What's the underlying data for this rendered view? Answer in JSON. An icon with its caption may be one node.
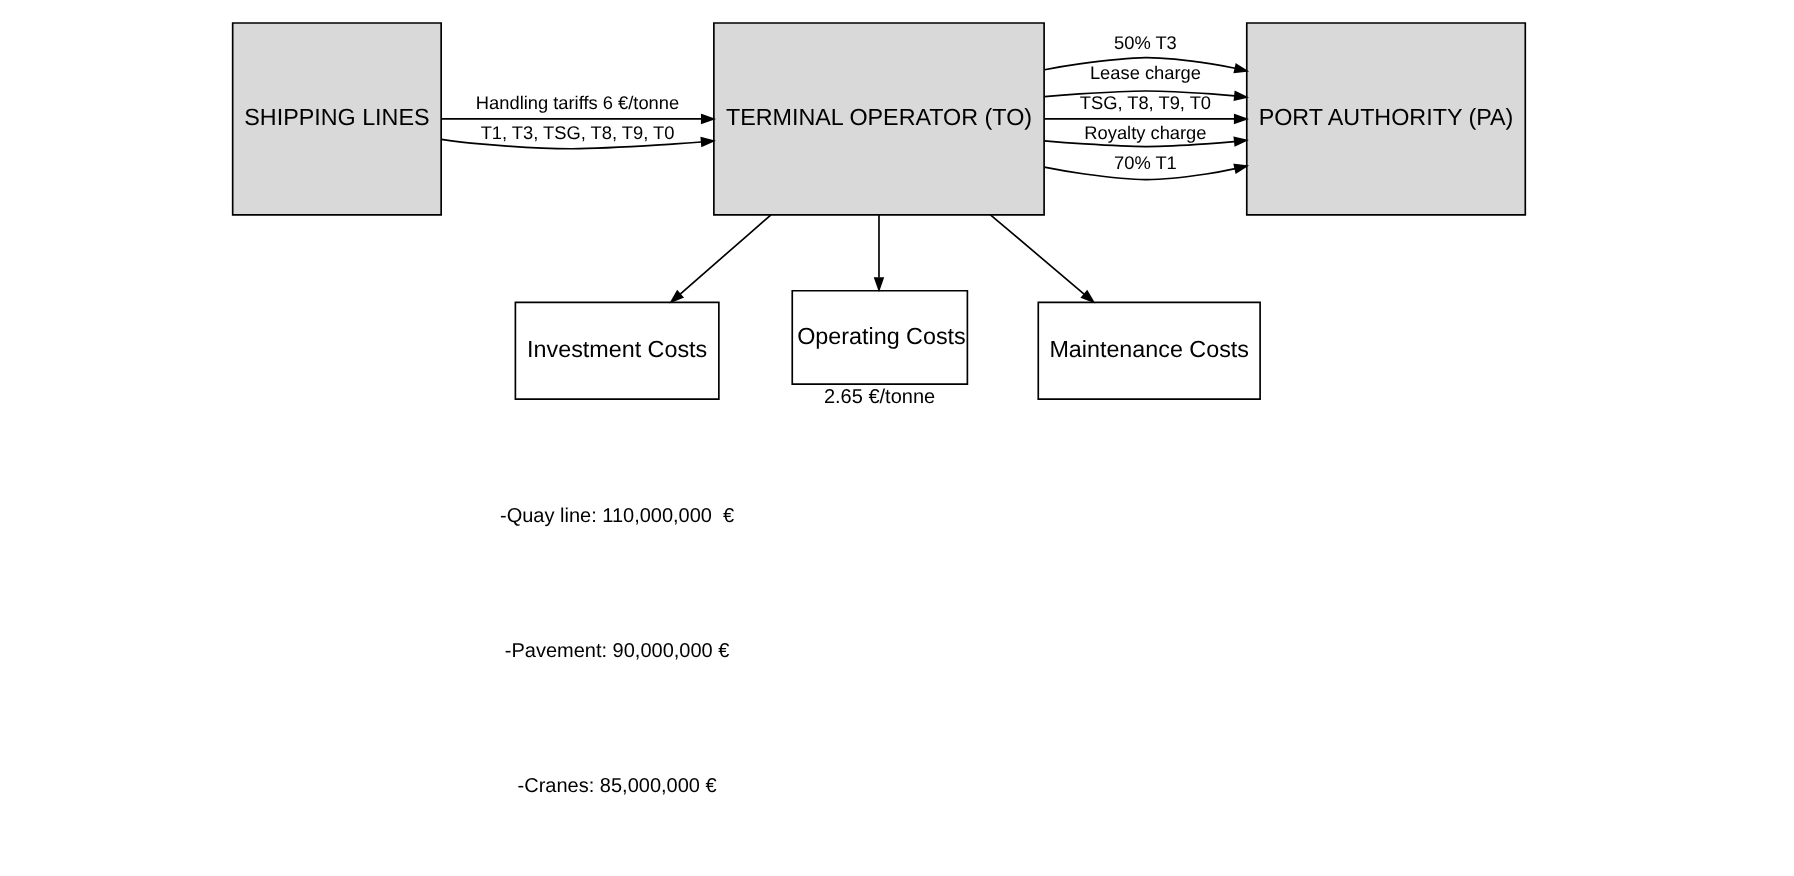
{
  "diagram": {
    "nodes": [
      {
        "text": [
          "SHIPPING LINES"
        ]
      },
      {
        "text": [
          "TERMINAL OPERATOR (TO)"
        ]
      },
      {
        "text": [
          "PORT AUTHORITY (PA)"
        ]
      },
      {
        "text": [
          "Investment Costs"
        ]
      },
      {
        "text": [
          "Operating Costs"
        ],
        "beside": [
          "2.65 €/tonne"
        ]
      },
      {
        "text": [
          "Maintenance Costs"
        ]
      }
    ],
    "edges": [
      {
        "from": 0,
        "to": 1,
        "arrow": "to",
        "label": "T1, T3, TSG, T8, T9, T0"
      },
      {
        "from": 0,
        "to": 1,
        "arrow": "to",
        "label": "Handling tariffs 6 €/tonne"
      },
      {
        "from": 1,
        "to": 2,
        "arrow": "to",
        "label": "TSG, T8, T9, T0"
      },
      {
        "from": 1,
        "to": 2,
        "arrow": "to",
        "label": "70% T1"
      },
      {
        "from": 1,
        "to": 2,
        "arrow": "to",
        "label": "50% T3"
      },
      {
        "from": 1,
        "to": 2,
        "arrow": "to",
        "label": "Lease charge"
      },
      {
        "from": 1,
        "to": 2,
        "arrow": "to",
        "label": "Royalty charge"
      },
      {
        "from": 1,
        "to": 3,
        "arrow": "to"
      },
      {
        "from": 1,
        "to": 4,
        "arrow": "to"
      },
      {
        "from": 1,
        "to": 5,
        "arrow": "to"
      }
    ],
    "labels": [
      "-Quay line: 110,000,000  €",
      "-Pavement: 90,000,000 €",
      "-Cranes: 85,000,000 €"
    ]
  }
}
